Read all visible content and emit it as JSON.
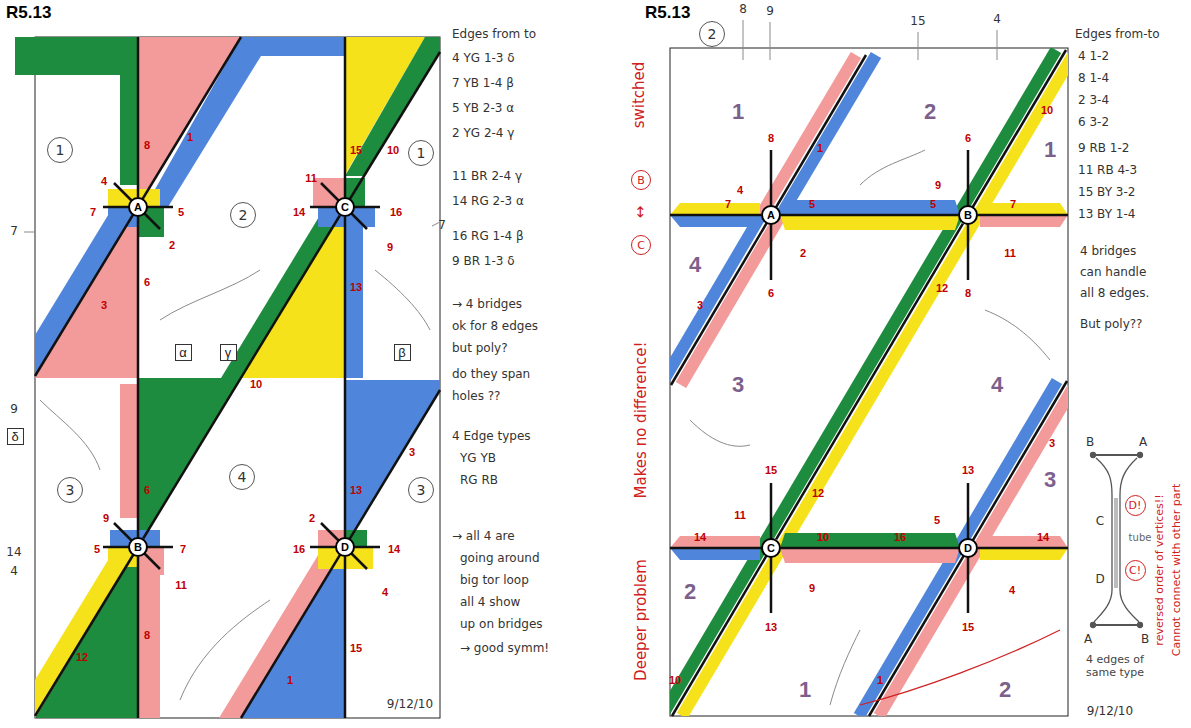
{
  "diagram": {
    "nodes": [
      {
        "text": [
          "1"
        ]
      },
      {
        "text": [
          "A"
        ]
      },
      {
        "text": [
          "2"
        ]
      },
      {
        "text": [
          "C"
        ]
      },
      {
        "text": [
          "1"
        ]
      },
      {
        "text": [
          "α"
        ]
      },
      {
        "text": [
          "γ"
        ]
      },
      {
        "text": [
          "β"
        ]
      },
      {
        "text": [
          "δ"
        ]
      },
      {
        "text": [
          "4"
        ]
      },
      {
        "text": [
          "3"
        ]
      },
      {
        "text": [
          "B"
        ]
      },
      {
        "text": [
          "D"
        ]
      },
      {
        "text": [
          "3"
        ]
      },
      {
        "text": [
          "2"
        ]
      },
      {
        "text": [
          "B"
        ]
      },
      {
        "text": [
          "C"
        ]
      },
      {
        "text": [
          "A"
        ]
      },
      {
        "text": [
          "B"
        ]
      },
      {
        "text": [
          "C"
        ]
      },
      {
        "text": [
          "D"
        ]
      },
      {
        "text": [
          "D!"
        ]
      },
      {
        "text": [
          "C!"
        ]
      }
    ],
    "edges": [
      {
        "from": 1,
        "to": 11,
        "arrow": "none"
      },
      {
        "from": 11,
        "to": 3,
        "arrow": "none"
      },
      {
        "from": 3,
        "to": 12,
        "arrow": "none"
      },
      {
        "from": 17,
        "to": 18,
        "arrow": "none"
      },
      {
        "from": 19,
        "to": 18,
        "arrow": "none"
      },
      {
        "from": 19,
        "to": 20,
        "arrow": "none"
      }
    ],
    "labels": [
      "R5.13",
      "8",
      "1",
      "4",
      "7",
      "5",
      "2",
      "3",
      "6",
      "15",
      "10",
      "11",
      "14",
      "16",
      "9",
      "13",
      "10",
      "6",
      "9",
      "5",
      "7",
      "11",
      "8",
      "12",
      "13",
      "3",
      "2",
      "16",
      "14",
      "4",
      "15",
      "1",
      "7",
      "9",
      "14",
      "4",
      "7",
      "Edges from to",
      "4 YG 1-3 δ",
      "7 YB 1-4 β",
      "5 YB 2-3 α",
      "2 YG 2-4 γ",
      "11 BR 2-4 γ",
      "14 RG 2-3 α",
      "16 RG 1-4 β",
      "9 BR 1-3 δ",
      "→ 4 bridges",
      "ok for 8 edges",
      "but poly?",
      "do they span",
      "holes ??",
      "4 Edge types",
      "YG YB",
      "RG RB",
      "→ all 4 are",
      "going around",
      "big tor loop",
      "all 4 show",
      "up on bridges",
      "→ good symm!",
      "9/12/10",
      "R5.13",
      "8",
      "9",
      "15",
      "4",
      "1",
      "2",
      "1",
      "4",
      "3",
      "4",
      "3",
      "2",
      "1",
      "2",
      "8",
      "1",
      "4",
      "7",
      "5",
      "2",
      "6",
      "3",
      "6",
      "10",
      "9",
      "5",
      "7",
      "11",
      "8",
      "12",
      "15",
      "12",
      "11",
      "14",
      "10",
      "9",
      "13",
      "13",
      "3",
      "5",
      "16",
      "14",
      "4",
      "15",
      "1",
      "10",
      "Edges from-to",
      "4 1-2",
      "8 1-4",
      "2 3-4",
      "6 3-2",
      "9 RB 1-2",
      "11 RB 4-3",
      "15 BY 3-2",
      "13 BY 1-4",
      "4 bridges",
      "can handle",
      "all 8 edges.",
      "But poly??",
      "switched",
      "↔",
      "Makes no difference!",
      "Deeper problem",
      "B",
      "A",
      "C",
      "D",
      "tube",
      "A",
      "B",
      "4 edges of same type",
      "reversed order of vertices!!",
      "Cannot connect with other part",
      "9/12/10"
    ]
  }
}
